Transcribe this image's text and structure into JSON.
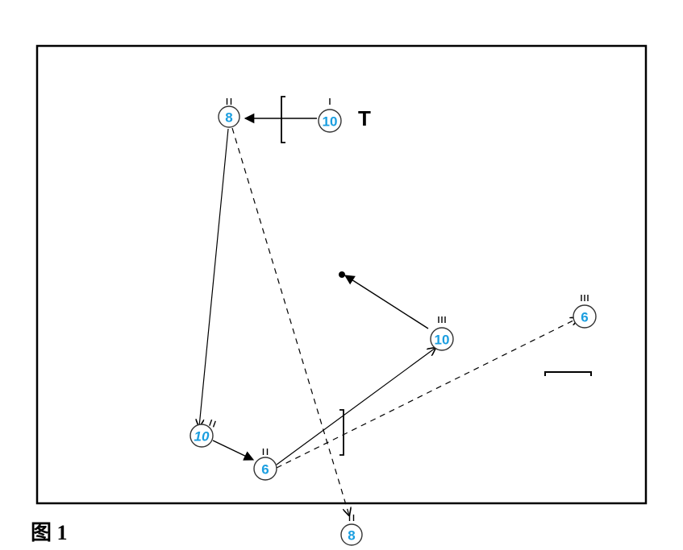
{
  "figure": {
    "caption": "图 1",
    "colors": {
      "frame": "#000000",
      "player_fill": "#ffffff",
      "player_outline": "#333333",
      "player_number": "#1a9ee0",
      "line": "#000000"
    }
  },
  "players": [
    {
      "id": "p8_top",
      "number": "8",
      "marks": 2
    },
    {
      "id": "p10_top",
      "number": "10",
      "marks": 1
    },
    {
      "id": "p10_low",
      "number": "10",
      "marks": 2,
      "italic": true
    },
    {
      "id": "p6_low",
      "number": "6",
      "marks": 2
    },
    {
      "id": "p10_mid",
      "number": "10",
      "marks": 3
    },
    {
      "id": "p6_right",
      "number": "6",
      "marks": 3
    },
    {
      "id": "p8_bottom",
      "number": "8",
      "marks": 2
    }
  ],
  "labels": {
    "t_marker": "T"
  }
}
